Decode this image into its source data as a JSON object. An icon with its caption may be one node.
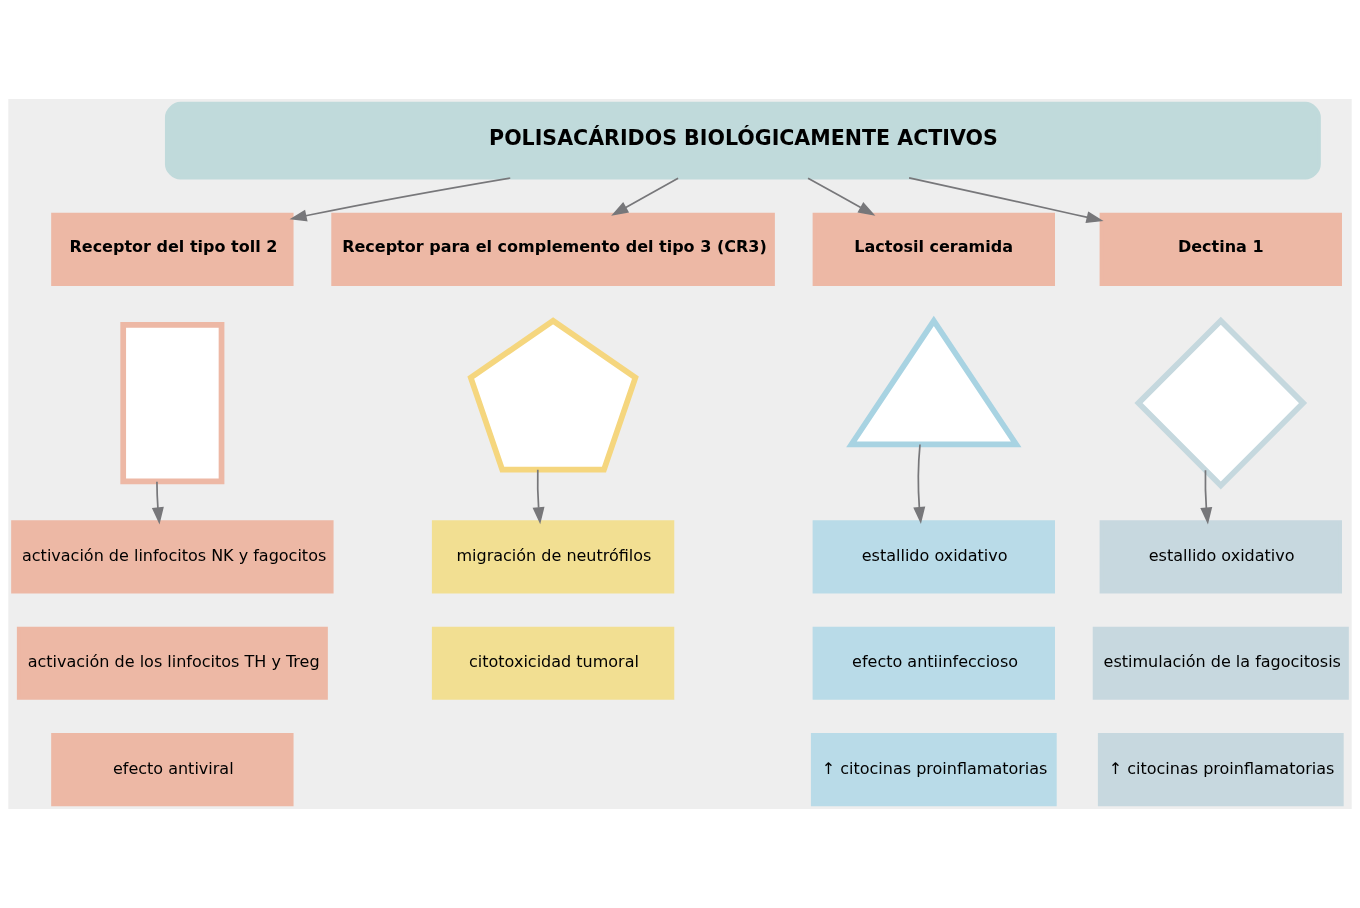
{
  "diagram": {
    "nodes": [
      {
        "text": [
          "POLISACÁRIDOS BIOLÓGICAMENTE ACTIVOS"
        ]
      },
      {
        "text": [
          "Receptor del tipo toll 2"
        ]
      },
      {
        "text": [
          "Receptor para el complemento del tipo 3 (CR3)"
        ]
      },
      {
        "text": [
          "Lactosil ceramida"
        ]
      },
      {
        "text": [
          "Dectina 1"
        ]
      },
      {
        "text": [],
        "shape": "box"
      },
      {
        "text": [],
        "shape": "pentagon"
      },
      {
        "text": [],
        "shape": "triangle"
      },
      {
        "text": [],
        "shape": "diamond"
      },
      {
        "text": [
          "activación de linfocitos NK y fagocitos"
        ]
      },
      {
        "text": [
          "migración de neutrófilos"
        ]
      },
      {
        "text": [
          "estallido oxidativo"
        ]
      },
      {
        "text": [
          "estallido oxidativo"
        ]
      },
      {
        "text": [
          "activación de los linfocitos TH y Treg"
        ]
      },
      {
        "text": [
          "citotoxicidad tumoral"
        ]
      },
      {
        "text": [
          "efecto antiinfeccioso"
        ]
      },
      {
        "text": [
          "estimulación de la fagocitosis"
        ]
      },
      {
        "text": [
          "efecto antiviral"
        ]
      },
      {
        "text": [
          "↑ citocinas proinflamatorias"
        ]
      },
      {
        "text": [
          "↑ citocinas proinflamatorias"
        ]
      }
    ],
    "edges": [
      {
        "from": 0,
        "to": 1,
        "arrow": "to"
      },
      {
        "from": 0,
        "to": 2,
        "arrow": "to"
      },
      {
        "from": 0,
        "to": 3,
        "arrow": "to"
      },
      {
        "from": 0,
        "to": 4,
        "arrow": "to"
      },
      {
        "from": 5,
        "to": 9,
        "arrow": "to"
      },
      {
        "from": 6,
        "to": 10,
        "arrow": "to"
      },
      {
        "from": 7,
        "to": 11,
        "arrow": "to"
      },
      {
        "from": 8,
        "to": 12,
        "arrow": "to"
      }
    ]
  }
}
